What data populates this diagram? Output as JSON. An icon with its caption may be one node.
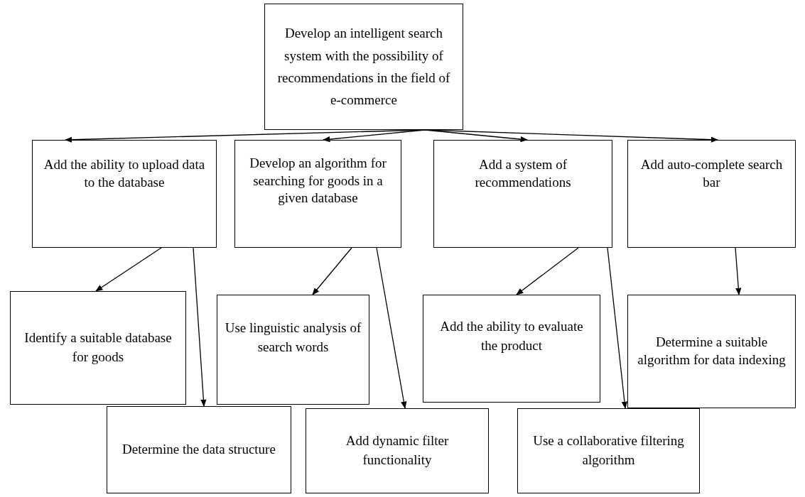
{
  "diagram": {
    "nodes": [
      {
        "text": [
          "Develop an intelligent search system with the possibility of recommendations in the field of e-commerce"
        ]
      },
      {
        "text": [
          "Add the ability to upload data to the database"
        ]
      },
      {
        "text": [
          "Develop an algorithm for searching for goods in a given database"
        ]
      },
      {
        "text": [
          "Add a system of recommendations"
        ]
      },
      {
        "text": [
          "Add auto-complete search bar"
        ]
      },
      {
        "text": [
          "Identify a suitable database for goods"
        ]
      },
      {
        "text": [
          "Use linguistic analysis of search words"
        ]
      },
      {
        "text": [
          "Add the ability to evaluate the product"
        ]
      },
      {
        "text": [
          "Determine a suitable algorithm for data indexing"
        ]
      },
      {
        "text": [
          "Determine the data structure"
        ]
      },
      {
        "text": [
          "Add dynamic filter functionality"
        ]
      },
      {
        "text": [
          "Use a collaborative filtering algorithm"
        ]
      }
    ],
    "edges": [
      {
        "from": 0,
        "to": 1,
        "arrow": "to"
      },
      {
        "from": 0,
        "to": 2,
        "arrow": "to"
      },
      {
        "from": 0,
        "to": 3,
        "arrow": "to"
      },
      {
        "from": 0,
        "to": 4,
        "arrow": "to"
      },
      {
        "from": 1,
        "to": 5,
        "arrow": "to"
      },
      {
        "from": 1,
        "to": 9,
        "arrow": "to"
      },
      {
        "from": 2,
        "to": 6,
        "arrow": "to"
      },
      {
        "from": 2,
        "to": 10,
        "arrow": "to"
      },
      {
        "from": 3,
        "to": 7,
        "arrow": "to"
      },
      {
        "from": 3,
        "to": 11,
        "arrow": "to"
      },
      {
        "from": 4,
        "to": 8,
        "arrow": "to"
      }
    ]
  }
}
